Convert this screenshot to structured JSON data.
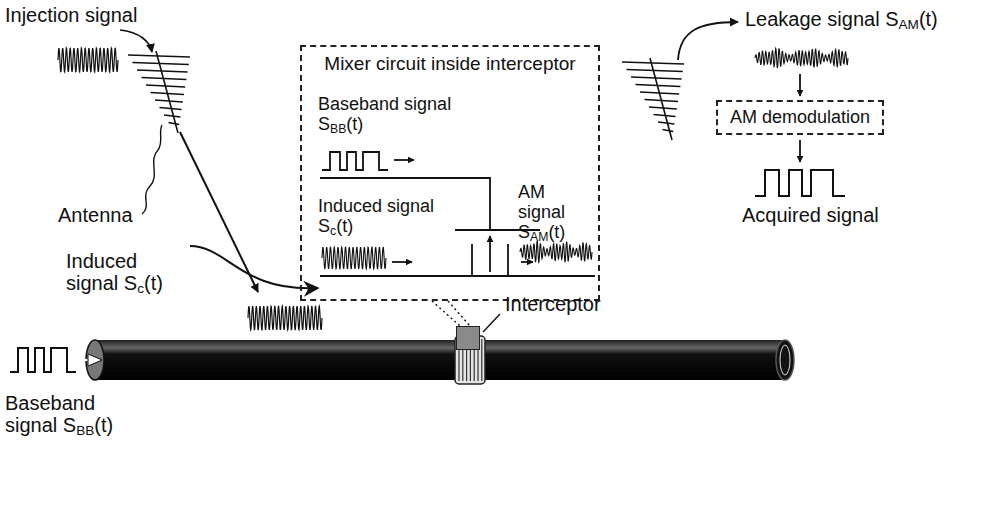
{
  "diagram": {
    "nodes": [
      {
        "text": [
          "Mixer circuit inside interceptor"
        ]
      },
      {
        "text": [
          "Interceptor"
        ]
      },
      {
        "text": [
          "AM demodulation"
        ]
      }
    ],
    "labels": [
      "Injection signal",
      "Antenna",
      "Induced signal Sc(t)",
      "Baseband signal SBB(t)",
      "Induced signal Sc(t)",
      "AM signal SAM(t)",
      "Leakage signal SAM(t)",
      "Acquired signal",
      "Baseband signal SBB(t)"
    ]
  }
}
